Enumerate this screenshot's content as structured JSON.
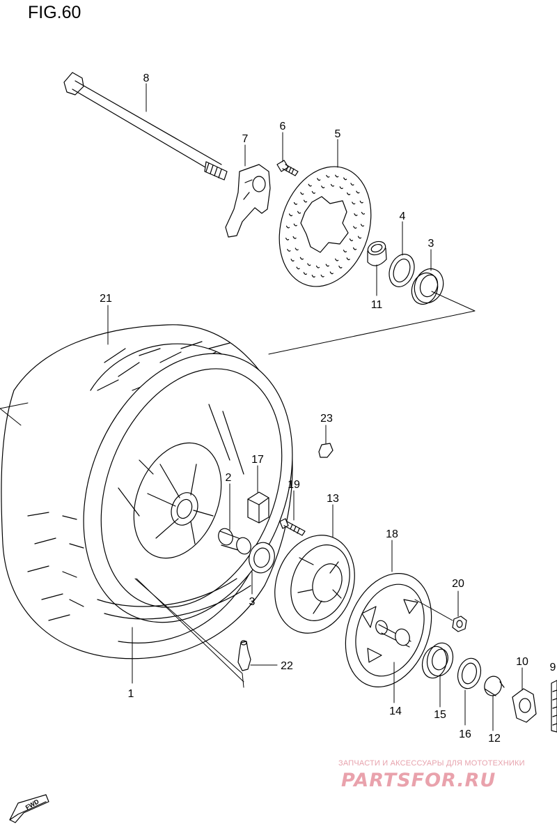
{
  "figure": {
    "title": "FIG.60"
  },
  "callouts": [
    {
      "id": "1",
      "label": "1"
    },
    {
      "id": "2",
      "label": "2"
    },
    {
      "id": "3a",
      "label": "3"
    },
    {
      "id": "3b",
      "label": "3"
    },
    {
      "id": "4",
      "label": "4"
    },
    {
      "id": "5",
      "label": "5"
    },
    {
      "id": "6",
      "label": "6"
    },
    {
      "id": "7",
      "label": "7"
    },
    {
      "id": "8",
      "label": "8"
    },
    {
      "id": "9",
      "label": "9"
    },
    {
      "id": "10",
      "label": "10"
    },
    {
      "id": "11",
      "label": "11"
    },
    {
      "id": "12",
      "label": "12"
    },
    {
      "id": "13",
      "label": "13"
    },
    {
      "id": "14",
      "label": "14"
    },
    {
      "id": "15",
      "label": "15"
    },
    {
      "id": "16",
      "label": "16"
    },
    {
      "id": "17",
      "label": "17"
    },
    {
      "id": "18",
      "label": "18"
    },
    {
      "id": "19",
      "label": "19"
    },
    {
      "id": "20",
      "label": "20"
    },
    {
      "id": "21",
      "label": "21"
    },
    {
      "id": "22",
      "label": "22"
    },
    {
      "id": "23",
      "label": "23"
    }
  ],
  "watermark": {
    "subtitle": "ЗАПЧАСТИ И АКСЕССУАРЫ ДЛЯ МОТОТЕХНИКИ",
    "logo": "PARTSFOR.RU",
    "color": "#e9a2ac"
  },
  "fwd_badge": {
    "text": "FWD",
    "icon": "fwd-arrow-icon"
  }
}
